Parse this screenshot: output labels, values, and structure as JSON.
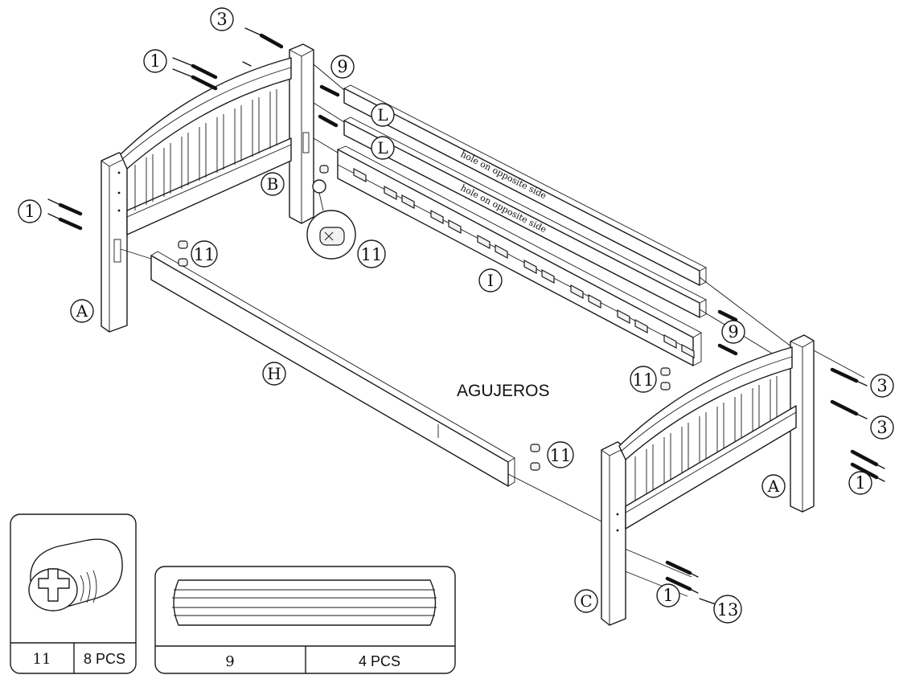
{
  "callouts": {
    "c3_top": "3",
    "c1_left_top": "1",
    "c9_top": "9",
    "c_L_upper": "L",
    "c_L_lower": "L",
    "c_B": "B",
    "c1_left_mid": "1",
    "c11_inset": "11",
    "c11_left": "11",
    "c_I": "I",
    "c_A_left": "A",
    "c9_right": "9",
    "c_H": "H",
    "c11_right_upper": "11",
    "c3_right_upper": "3",
    "c3_right_lower": "3",
    "c11_right_lower": "11",
    "c_A_right": "A",
    "c1_right": "1",
    "c1_bottom": "1",
    "c_C": "C",
    "c13": "13"
  },
  "annotations": {
    "hole_upper": "hole on  opposite side",
    "hole_lower": "hole on  opposite side",
    "agujeros": "AGUJEROS"
  },
  "parts_legend": {
    "barrel_nut": {
      "part": "11",
      "qty": "8 PCS"
    },
    "dowel": {
      "part": "9",
      "qty": "4 PCS"
    }
  }
}
